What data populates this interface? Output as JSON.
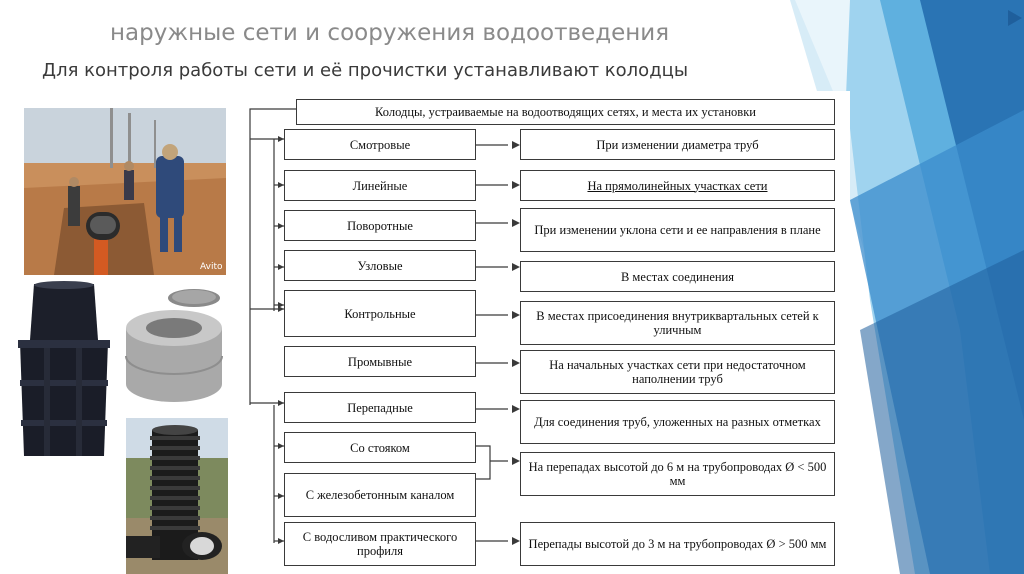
{
  "title": "наружные сети и сооружения водоотведения",
  "subtitle": "Для контроля работы сети и её прочистки устанавливают колодцы",
  "photo_watermark": "Avito",
  "diagram": {
    "header": "Колодцы, устраиваемые на водоотводящих сетях, и места их установки",
    "types": [
      "Смотровые",
      "Линейные",
      "Поворотные",
      "Узловые",
      "Контрольные",
      "Промывные",
      "Перепадные",
      "Со стояком",
      "С железобетонным каналом",
      "С водосливом практического профиля"
    ],
    "places": [
      "При изменении диаметра труб",
      "На прямолинейных  участках сети",
      "При изменении уклона сети и ее направления в плане",
      "В местах соединения",
      "В местах присоединения внутриквартальных сетей к уличным",
      "На начальных участках сети при недостаточном наполнении труб",
      "Для соединения труб, уложенных на разных отметках",
      "На перепадах высотой до 6 м на трубопроводах Ø < 500 мм",
      "Перепады высотой до 3 м на трубопроводах Ø > 500 мм"
    ]
  },
  "colors": {
    "accent_dark": "#1f5f9c",
    "accent_light": "#7ec4ea"
  }
}
